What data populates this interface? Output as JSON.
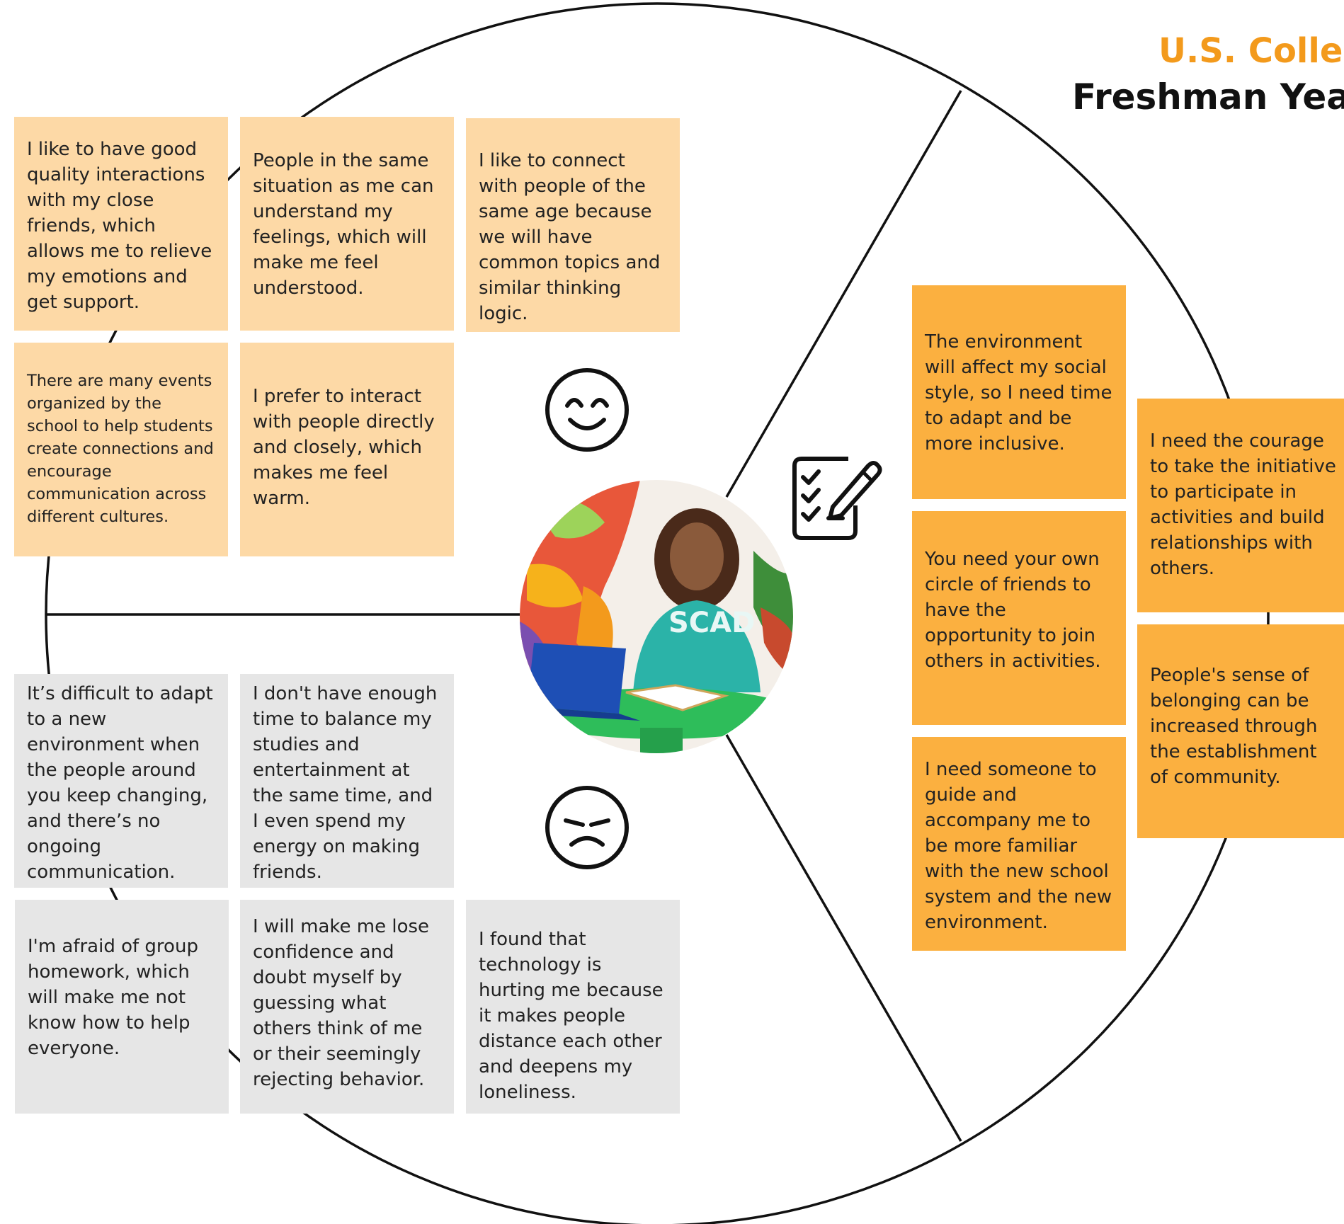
{
  "header": {
    "title": "U.S. College",
    "subtitle": "Freshman Year"
  },
  "positive": {
    "icon": "smiling-face-icon",
    "notes": [
      "I like to have good quality interactions with my close friends, which allows me to relieve my emotions and get support.",
      "People in the same situation as me can understand my feelings, which will make me feel understood.",
      "I like to connect with people of the same age because we will have common topics and similar thinking logic.",
      "There are many events organized by the school to help students create connections and encourage communication across different cultures.",
      "I prefer to interact with people directly and closely, which makes me feel warm."
    ]
  },
  "negative": {
    "icon": "sad-face-icon",
    "notes": [
      "It’s difficult to adapt to a new environment when the people around you keep changing, and there’s no ongoing communication.",
      "I don't have enough time to balance my studies and entertainment at the same time, and I even spend my energy on making friends.",
      "I'm afraid of group homework, which will make me not know how to help everyone.",
      "I will make me lose confidence and doubt myself by guessing what others think of me or their seemingly rejecting behavior.",
      "I found that technology is hurting me because it makes people distance each other and deepens my loneliness."
    ]
  },
  "needs": {
    "icon": "checklist-pen-icon",
    "notes": [
      "The environment will affect my social style, so I need time to adapt and be more inclusive.",
      "You need your own circle of friends to have the opportunity to join others in activities.",
      "I need someone to guide and accompany me to be more familiar with the new school system and the new environment.",
      "I need the courage to take the initiative to participate in activities and build relationships with others.",
      "People's sense of belonging can be increased through the establishment of community."
    ]
  },
  "center": {
    "photo_label": "SCAD"
  },
  "colors": {
    "peach": "#fdd9a6",
    "orange": "#fbb040",
    "grey": "#e6e6e6",
    "title_accent": "#f39a1c"
  }
}
